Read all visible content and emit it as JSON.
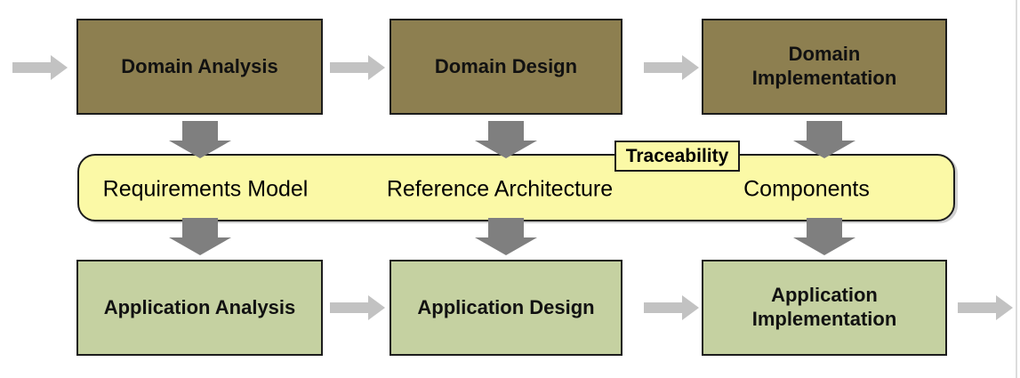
{
  "colors": {
    "domain_box": "#8d7f50",
    "application_box": "#c5d1a1",
    "band": "#fbf9a6",
    "border": "#1c1c1c",
    "arrow_light": "#c2c2c2",
    "arrow_dark": "#7f7f7f"
  },
  "top_row": {
    "boxes": [
      {
        "label": "Domain Analysis"
      },
      {
        "label": "Domain Design"
      },
      {
        "label": "Domain\nImplementation"
      }
    ]
  },
  "band": {
    "tag": "Traceability",
    "artifacts": [
      {
        "label": "Requirements Model"
      },
      {
        "label": "Reference Architecture"
      },
      {
        "label": "Components"
      }
    ]
  },
  "bottom_row": {
    "boxes": [
      {
        "label": "Application Analysis"
      },
      {
        "label": "Application Design"
      },
      {
        "label": "Application\nImplementation"
      }
    ]
  }
}
